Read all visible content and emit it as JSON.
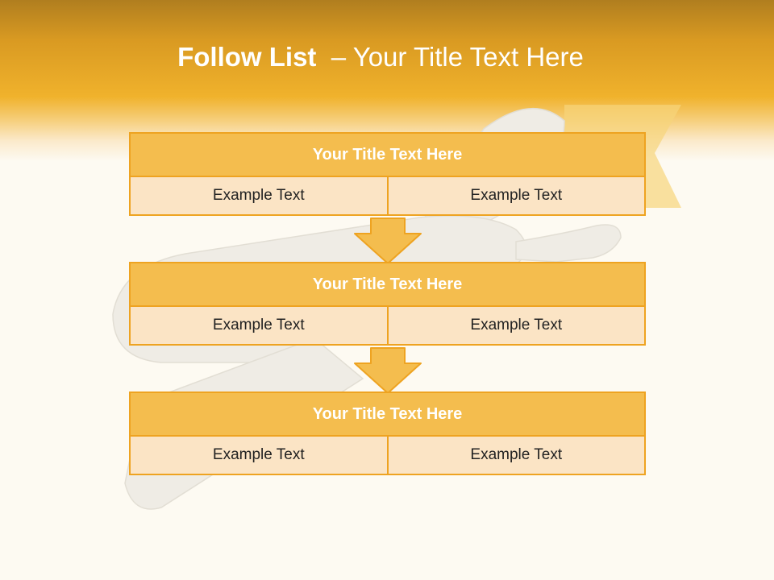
{
  "slide": {
    "title_bold": "Follow List",
    "title_rest": "– Your Title Text Here"
  },
  "steps": [
    {
      "title": "Your Title Text Here",
      "left": "Example Text",
      "right": "Example Text"
    },
    {
      "title": "Your Title Text Here",
      "left": "Example Text",
      "right": "Example Text"
    },
    {
      "title": "Your Title Text Here",
      "left": "Example Text",
      "right": "Example Text"
    }
  ],
  "colors": {
    "header": "#f0b22c",
    "box_title": "#f4bd4e",
    "box_cell": "#fbe4c5",
    "border": "#eea321",
    "background": "#fdfaf2"
  }
}
